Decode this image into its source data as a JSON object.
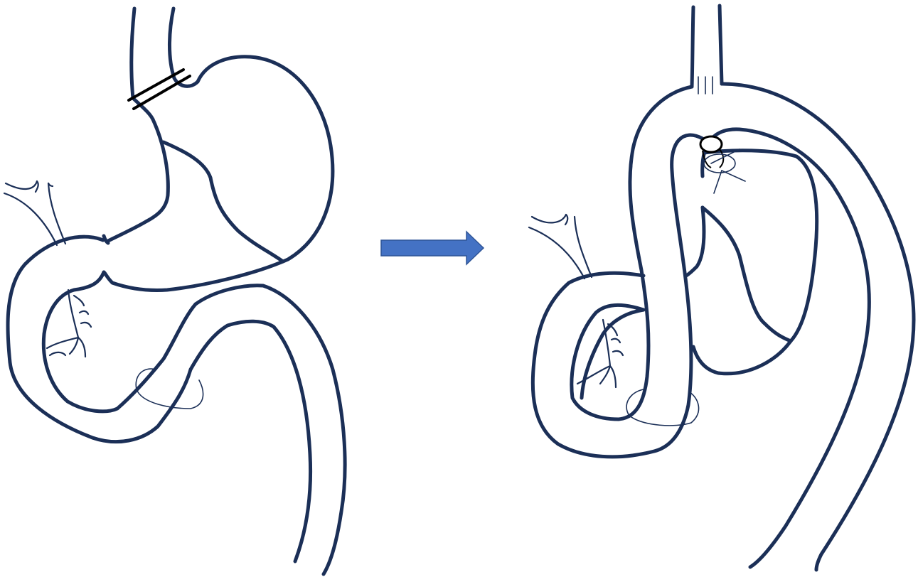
{
  "colors": {
    "stroke": "#1b2f57",
    "arrow": "#4472c4",
    "arrow_edge": "#2f5597",
    "staple": "#000000",
    "background": "#ffffff"
  },
  "panels": [
    {
      "id": "before",
      "depicts": "stomach-duodenum-jejunum"
    },
    {
      "id": "after",
      "depicts": "duodenal-switch-reconstruction"
    }
  ],
  "arrow": {
    "direction": "right"
  },
  "icons": {
    "transition": "right-arrow-icon"
  }
}
